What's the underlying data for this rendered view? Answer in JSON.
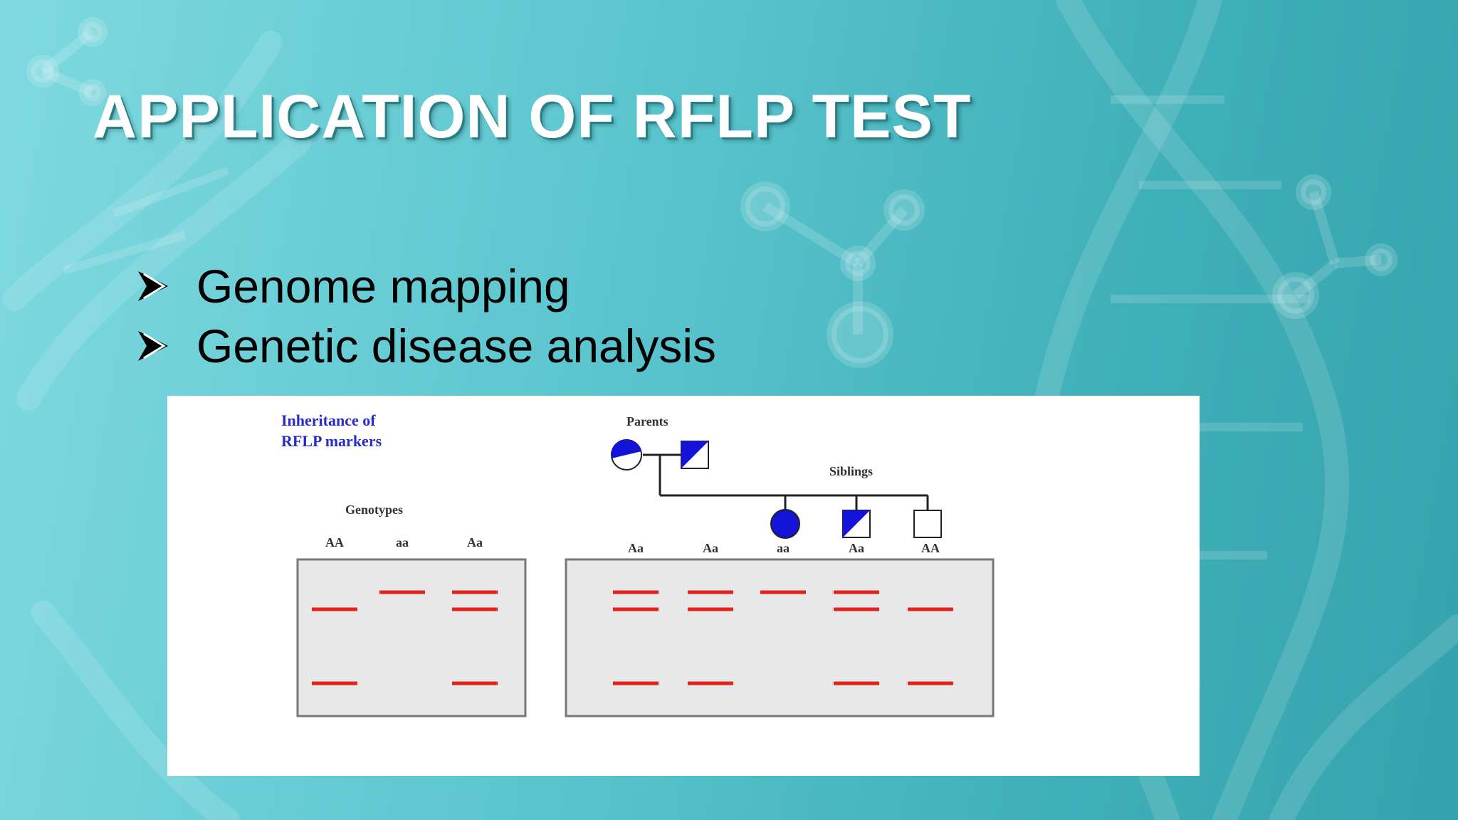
{
  "slide": {
    "title": "APPLICATION OF RFLP TEST",
    "bullets": [
      {
        "text": "Genome mapping"
      },
      {
        "text": "Genetic disease analysis"
      }
    ]
  },
  "figure": {
    "caption_line1": "Inheritance of",
    "caption_line2": "RFLP markers",
    "genotypes_label": "Genotypes",
    "parents_label": "Parents",
    "siblings_label": "Siblings",
    "left_lane_labels": [
      "AA",
      "aa",
      "Aa"
    ],
    "right_lane_labels": [
      "Aa",
      "Aa",
      "aa",
      "Aa",
      "AA"
    ]
  },
  "colors": {
    "band": "#e0241b",
    "pedigree_fill": "#1414d8",
    "caption": "#2a2acb",
    "title_shadow": "#2a7f86"
  }
}
